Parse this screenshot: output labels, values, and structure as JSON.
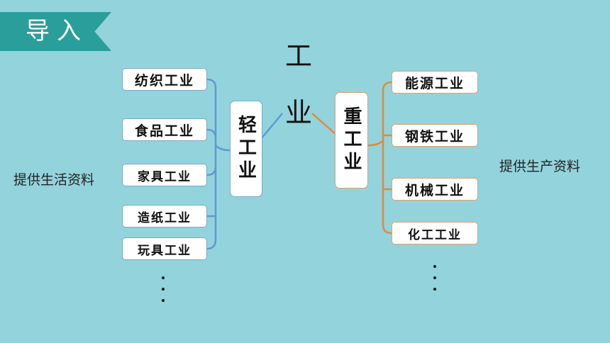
{
  "banner": {
    "title": "导入"
  },
  "center": {
    "char_top": "工",
    "char_bottom": "业"
  },
  "light": {
    "label": "轻工业",
    "items": [
      "纺织工业",
      "食品工业",
      "家具工业",
      "造纸工业",
      "玩具工业"
    ],
    "note": "提供生活资料"
  },
  "heavy": {
    "label": "重工业",
    "items": [
      "能源工业",
      "钢铁工业",
      "机械工业",
      "化工工业"
    ],
    "note": "提供生产资料"
  },
  "colors": {
    "background": "#93d3dc",
    "banner": "#2a9e9a",
    "light_line": "#5b9bd5",
    "heavy_line": "#e08a3c"
  }
}
